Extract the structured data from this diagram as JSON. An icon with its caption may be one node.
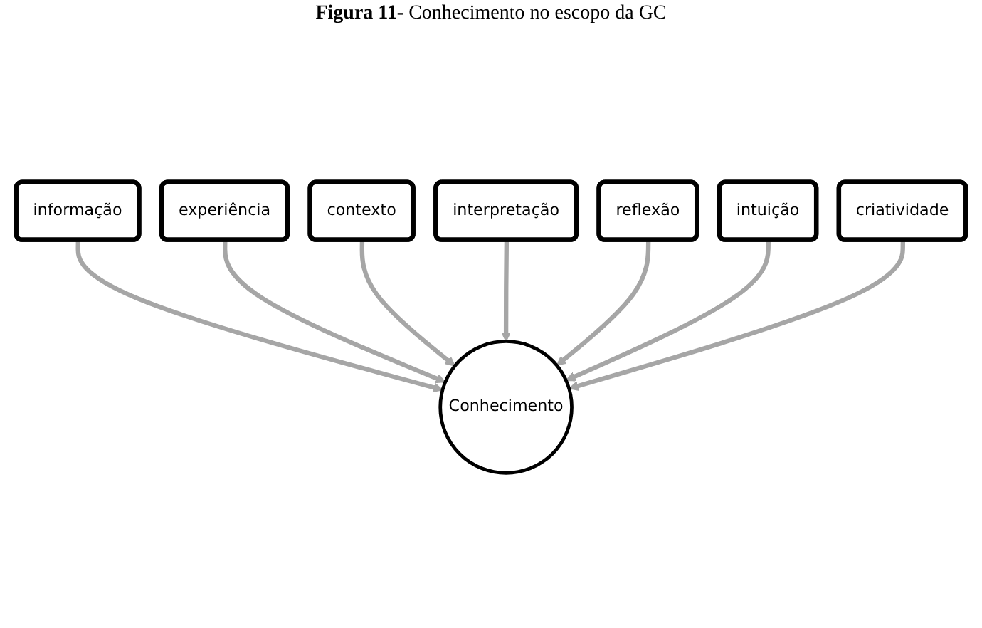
{
  "diagram": {
    "title": "**Figura 11-** Conhecimento no escopo da GC",
    "nodes": [
      {
        "text": [
          "informação"
        ]
      },
      {
        "text": [
          "experiência"
        ]
      },
      {
        "text": [
          "contexto"
        ]
      },
      {
        "text": [
          "interpretação"
        ]
      },
      {
        "text": [
          "reflexão"
        ]
      },
      {
        "text": [
          "intuição"
        ]
      },
      {
        "text": [
          "criatividade"
        ]
      },
      {
        "text": [
          "Conhecimento"
        ]
      }
    ],
    "edges": [
      {
        "from": 0,
        "to": 7,
        "arrow": "to"
      },
      {
        "from": 1,
        "to": 7,
        "arrow": "to"
      },
      {
        "from": 2,
        "to": 7,
        "arrow": "to"
      },
      {
        "from": 3,
        "to": 7,
        "arrow": "to"
      },
      {
        "from": 4,
        "to": 7,
        "arrow": "to"
      },
      {
        "from": 5,
        "to": 7,
        "arrow": "to"
      },
      {
        "from": 6,
        "to": 7,
        "arrow": "to"
      }
    ]
  }
}
